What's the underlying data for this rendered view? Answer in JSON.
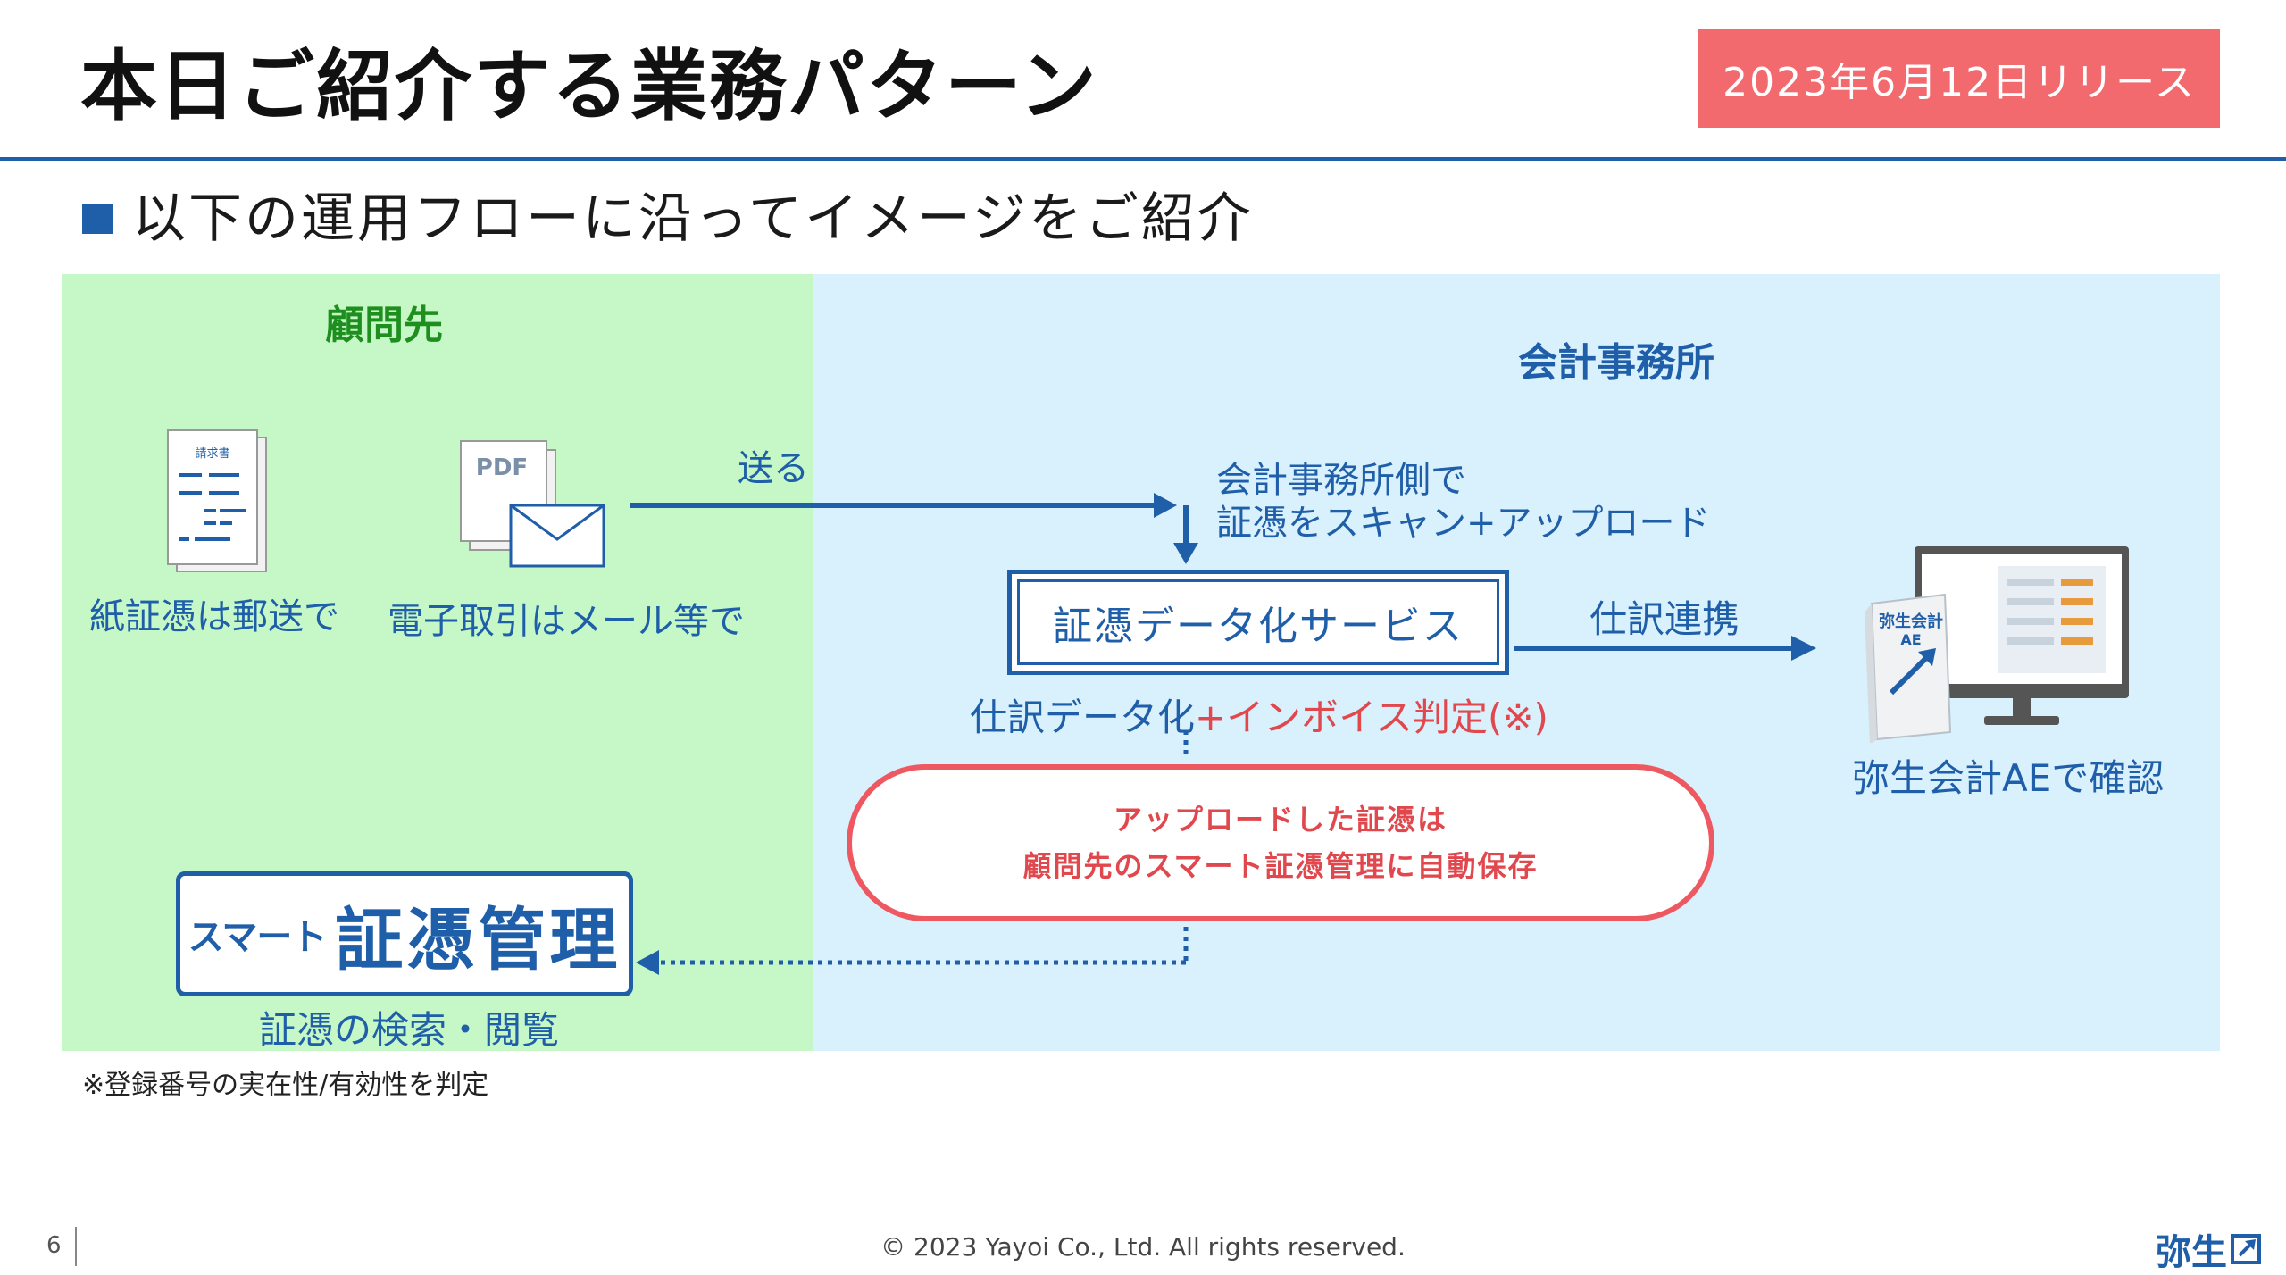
{
  "header": {
    "title": "本日ご紹介する業務パターン",
    "release_badge": "2023年6月12日リリース"
  },
  "subtitle": "以下の運用フローに沿ってイメージをご紹介",
  "client": {
    "title": "顧問先",
    "invoice_doc_label": "請求書",
    "pdf_label": "PDF",
    "paper_caption": "紙証憑は郵送で",
    "email_caption": "電子取引はメール等で",
    "send_label": "送る"
  },
  "office": {
    "title": "会計事務所",
    "scan_line1": "会計事務所側で",
    "scan_line2": "証憑をスキャン+アップロード",
    "service_box": "証憑データ化サービス",
    "journal_link": "仕訳連携",
    "journal_data": "仕訳データ化",
    "invoice_check": "+インボイス判定(※)",
    "autosave_line1": "アップロードした証憑は",
    "autosave_line2": "顧問先のスマート証憑管理に自動保存",
    "product_label_line1": "弥生会計",
    "product_label_line2": "AE",
    "confirm_caption": "弥生会計AEで確認"
  },
  "smart": {
    "small": "スマート",
    "big": "証憑管理",
    "caption": "証憑の検索・閲覧"
  },
  "footnote": "※登録番号の実在性/有効性を判定",
  "footer": {
    "page_number": "6",
    "copyright": "© 2023 Yayoi Co., Ltd.  All rights reserved.",
    "brand": "弥生"
  },
  "colors": {
    "brand_blue": "#1f5ea8",
    "badge_red": "#f26a6e",
    "alert_red": "#e0484e",
    "client_green_bg": "#c6f7c6",
    "client_green_text": "#1e8f1e",
    "office_blue_bg": "#d9f0fd"
  }
}
